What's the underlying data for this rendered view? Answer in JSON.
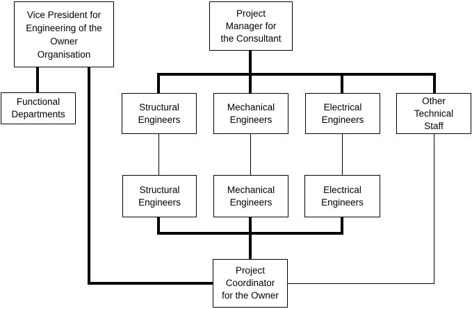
{
  "diagram": {
    "type": "org-chart",
    "colors": {
      "background": "#ffffff",
      "box_fill": "#ffffff",
      "box_border": "#000000",
      "line": "#000000",
      "text": "#000000"
    },
    "nodes": {
      "vp": {
        "label": "Vice President for\nEngineering of the\nOwner\nOrganisation"
      },
      "pm": {
        "label": "Project\nManager for\nthe Consultant"
      },
      "functional": {
        "label": "Functional\nDepartments"
      },
      "r1_structural": {
        "label": "Structural\nEngineers"
      },
      "r1_mechanical": {
        "label": "Mechanical\nEngineers"
      },
      "r1_electrical": {
        "label": "Electrical\nEngineers"
      },
      "r1_other": {
        "label": "Other\nTechnical\nStaff"
      },
      "r2_structural": {
        "label": "Structural\nEngineers"
      },
      "r2_mechanical": {
        "label": "Mechanical\nEngineers"
      },
      "r2_electrical": {
        "label": "Electrical\nEngineers"
      },
      "pc": {
        "label": "Project\nCoordinator\nfor the Owner"
      }
    },
    "edges": [
      {
        "from": "vp",
        "to": "functional",
        "weight": "thick"
      },
      {
        "from": "vp",
        "to": "pc",
        "weight": "thick"
      },
      {
        "from": "pm",
        "to": "r1_structural",
        "weight": "thick"
      },
      {
        "from": "pm",
        "to": "r1_mechanical",
        "weight": "thick"
      },
      {
        "from": "pm",
        "to": "r1_electrical",
        "weight": "thick"
      },
      {
        "from": "pm",
        "to": "r1_other",
        "weight": "thick"
      },
      {
        "from": "r1_structural",
        "to": "r2_structural",
        "weight": "thin"
      },
      {
        "from": "r1_mechanical",
        "to": "r2_mechanical",
        "weight": "thin"
      },
      {
        "from": "r1_electrical",
        "to": "r2_electrical",
        "weight": "thin"
      },
      {
        "from": "r2_structural",
        "to": "pc",
        "weight": "thick"
      },
      {
        "from": "r2_mechanical",
        "to": "pc",
        "weight": "thick"
      },
      {
        "from": "r2_electrical",
        "to": "pc",
        "weight": "thick"
      },
      {
        "from": "r1_other",
        "to": "pc",
        "weight": "thin"
      }
    ]
  }
}
